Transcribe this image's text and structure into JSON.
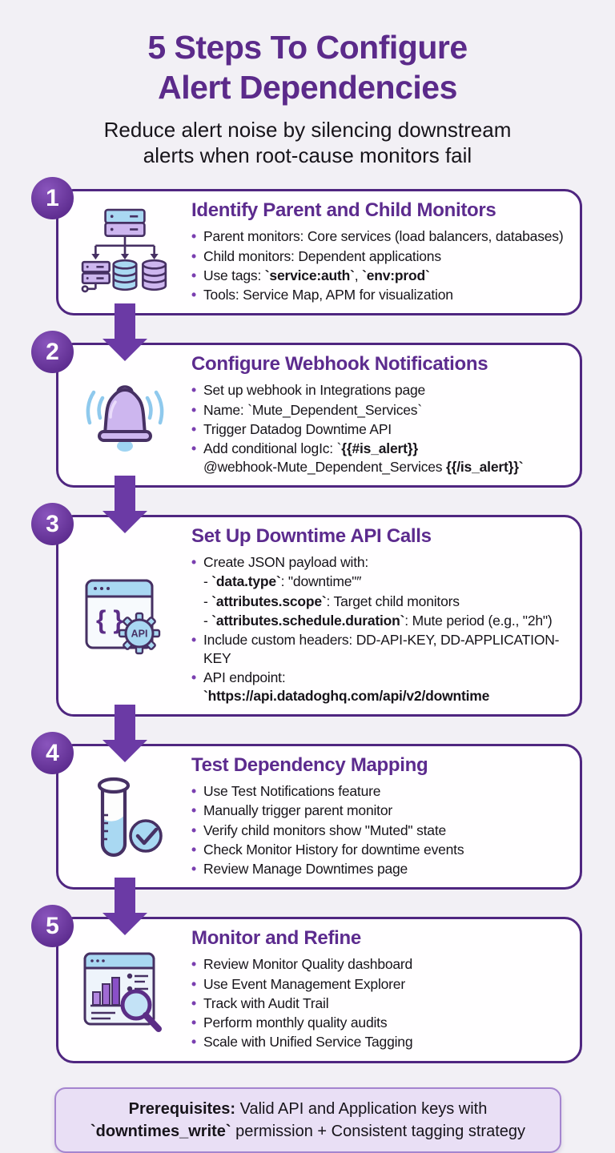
{
  "header": {
    "title_line1": "5 Steps To Configure",
    "title_line2": "Alert Dependencies",
    "subtitle_line1": "Reduce alert noise by silencing downstream",
    "subtitle_line2": "alerts when root-cause monitors fail"
  },
  "colors": {
    "background": "#f2f0f5",
    "accent_purple": "#5b2a8a",
    "card_border": "#4f2680",
    "arrow": "#6b3aa5",
    "badge": "#6f3da6",
    "light_blue": "#a9d8f2",
    "lavender": "#cdb6ef",
    "bullet_dot": "#7a3fb0",
    "prereq_bg": "#e9dff5",
    "prereq_border": "#a585cf"
  },
  "icons": {
    "braces": "{ }",
    "api_badge": "API"
  },
  "steps": [
    {
      "number": "1",
      "title": "Identify Parent and Child Monitors",
      "bullets": [
        {
          "type": "bullet",
          "segments": [
            {
              "t": "Parent monitors: Core services (load balancers, databases)"
            }
          ]
        },
        {
          "type": "bullet",
          "segments": [
            {
              "t": "Child monitors: Dependent applications"
            }
          ]
        },
        {
          "type": "bullet",
          "segments": [
            {
              "t": "Use tags: "
            },
            {
              "t": "`service:auth`",
              "b": 1
            },
            {
              "t": ", "
            },
            {
              "t": "`env:prod`",
              "b": 1
            }
          ]
        },
        {
          "type": "bullet",
          "segments": [
            {
              "t": "Tools: Service Map, APM for visualization"
            }
          ]
        }
      ]
    },
    {
      "number": "2",
      "title": "Configure Webhook Notifications",
      "bullets": [
        {
          "type": "bullet",
          "segments": [
            {
              "t": "Set up webhook in Integrations page"
            }
          ]
        },
        {
          "type": "bullet",
          "segments": [
            {
              "t": "Name: `Mute_Dependent_Services`"
            }
          ]
        },
        {
          "type": "bullet",
          "segments": [
            {
              "t": "Trigger Datadog Downtime API"
            }
          ]
        },
        {
          "type": "bullet",
          "segments": [
            {
              "t": "Add conditional logIc: `"
            },
            {
              "t": "{{#is_alert}}",
              "b": 1
            },
            {
              "br": 1
            },
            {
              "t": "@webhook-Mute_Dependent_Services "
            },
            {
              "t": "{{/is_alert}}`",
              "b": 1
            }
          ]
        }
      ]
    },
    {
      "number": "3",
      "title": "Set Up Downtime API Calls",
      "bullets": [
        {
          "type": "bullet",
          "segments": [
            {
              "t": "Create JSON payload with:"
            }
          ]
        },
        {
          "type": "sub",
          "segments": [
            {
              "t": "- "
            },
            {
              "t": "`data.type`",
              "b": 1
            },
            {
              "t": ": \"downtime\"″"
            }
          ]
        },
        {
          "type": "sub",
          "segments": [
            {
              "t": "- "
            },
            {
              "t": "`attributes.scope`",
              "b": 1
            },
            {
              "t": ": Target child monitors"
            }
          ]
        },
        {
          "type": "sub",
          "segments": [
            {
              "t": "- "
            },
            {
              "t": "`attributes.schedule.duration`",
              "b": 1
            },
            {
              "t": ": Mute period (e.g., \"2h\")"
            }
          ]
        },
        {
          "type": "bullet",
          "segments": [
            {
              "t": "Include custom headers: DD-API-KEY, DD-APPLICATION-KEY"
            }
          ]
        },
        {
          "type": "bullet",
          "segments": [
            {
              "t": "API endpoint: "
            },
            {
              "t": "`https://api.datadoghq.com/api/v2/downtime",
              "b": 1
            }
          ]
        }
      ]
    },
    {
      "number": "4",
      "title": "Test Dependency Mapping",
      "bullets": [
        {
          "type": "bullet",
          "segments": [
            {
              "t": "Use Test Notifications feature"
            }
          ]
        },
        {
          "type": "bullet",
          "segments": [
            {
              "t": "Manually trigger parent monitor"
            }
          ]
        },
        {
          "type": "bullet",
          "segments": [
            {
              "t": "Verify child monitors show \"Muted\" state"
            }
          ]
        },
        {
          "type": "bullet",
          "segments": [
            {
              "t": "Check Monitor History for downtime events"
            }
          ]
        },
        {
          "type": "bullet",
          "segments": [
            {
              "t": "Review Manage Downtimes page"
            }
          ]
        }
      ]
    },
    {
      "number": "5",
      "title": "Monitor and Refine",
      "bullets": [
        {
          "type": "bullet",
          "segments": [
            {
              "t": "Review Monitor Quality dashboard"
            }
          ]
        },
        {
          "type": "bullet",
          "segments": [
            {
              "t": "Use Event Management Explorer"
            }
          ]
        },
        {
          "type": "bullet",
          "segments": [
            {
              "t": "Track with Audit Trail"
            }
          ]
        },
        {
          "type": "bullet",
          "segments": [
            {
              "t": "Perform monthly quality audits"
            }
          ]
        },
        {
          "type": "bullet",
          "segments": [
            {
              "t": "Scale with Unified Service Tagging"
            }
          ]
        }
      ]
    }
  ],
  "prerequisites": {
    "segments": [
      {
        "t": "Prerequisites:",
        "b": 1
      },
      {
        "t": " Valid API and Application keys with"
      },
      {
        "br": 1
      },
      {
        "t": "`downtimes_write`",
        "b": 1
      },
      {
        "t": " permission + Consistent tagging strategy"
      }
    ]
  }
}
